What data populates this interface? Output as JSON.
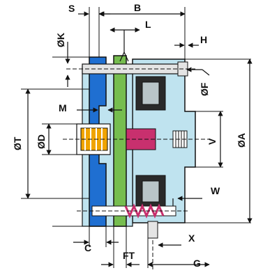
{
  "labels": {
    "S": "S",
    "B": "B",
    "K": "ØK",
    "L": "L",
    "H": "H",
    "F": "ØF",
    "M": "M",
    "T": "ØT",
    "D": "ØD",
    "V": "V",
    "A": "ØA",
    "W": "W",
    "X": "X",
    "C": "C",
    "FT": "FT",
    "G": "G"
  },
  "colors": {
    "housing": "#bfe3ef",
    "flange": "#1f6fd1",
    "armature": "#76bd4f",
    "coil": "#2a2a2a",
    "coil_face": "#b9c5c8",
    "bore": "#c8306e",
    "ring": "#f0a400",
    "line": "#111111",
    "bolt": "#e4e4e4"
  }
}
